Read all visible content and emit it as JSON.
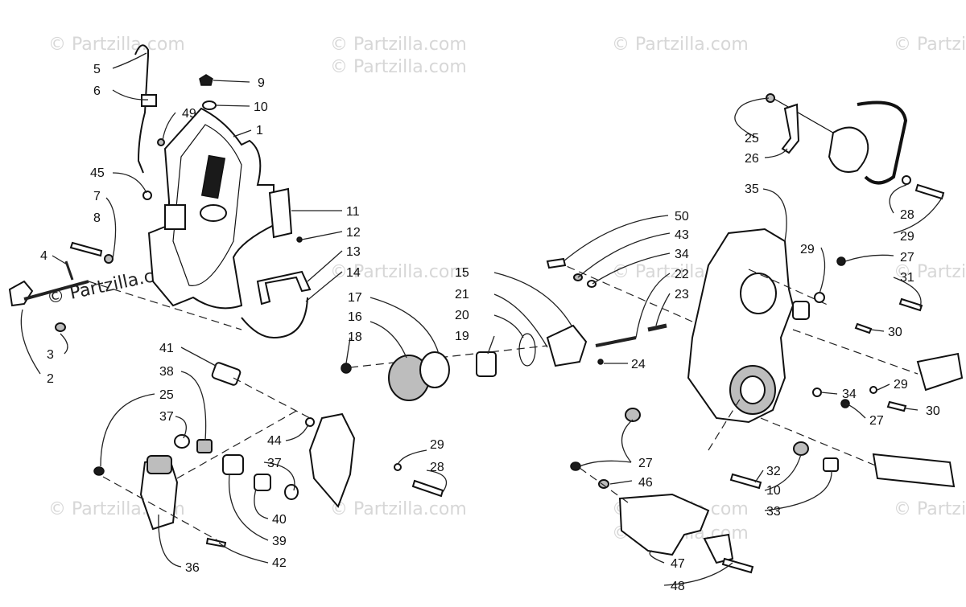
{
  "watermarks": [
    "© Partzilla.com",
    "© Partzilla.com",
    "© Partzilla.com",
    "© Partzilla.com",
    "© Partzilla.com",
    "© Partzilla.com",
    "© Partzilla.com",
    "© Partzilla.com",
    "© Partzilla.com",
    "© Partzilla.com",
    "© Partzilla.com",
    "© Partzilla.com",
    "© Partzilla.com",
    "© Partzilla.com"
  ],
  "callouts": {
    "n5": "5",
    "n6": "6",
    "n9": "9",
    "n10a": "10",
    "n49": "49",
    "n1": "1",
    "n45": "45",
    "n7": "7",
    "n8": "8",
    "n11": "11",
    "n12": "12",
    "n13": "13",
    "n14": "14",
    "n4": "4",
    "n3": "3",
    "n2": "2",
    "n15": "15",
    "n17": "17",
    "n16": "16",
    "n18": "18",
    "n21": "21",
    "n20": "20",
    "n19": "19",
    "n50": "50",
    "n43": "43",
    "n34a": "34",
    "n22": "22",
    "n23": "23",
    "n24": "24",
    "n41": "41",
    "n38": "38",
    "n25a": "25",
    "n37a": "37",
    "n44": "44",
    "n37b": "37",
    "n40": "40",
    "n39": "39",
    "n42": "42",
    "n36": "36",
    "n29a": "29",
    "n28a": "28",
    "n25b": "25",
    "n26": "26",
    "n35": "35",
    "n28b": "28",
    "n29b": "29",
    "n29c": "29",
    "n27a": "27",
    "n31": "31",
    "n30a": "30",
    "n29d": "29",
    "n34b": "34",
    "n30b": "30",
    "n27b": "27",
    "n27c": "27",
    "n46": "46",
    "n32": "32",
    "n10b": "10",
    "n33": "33",
    "n47": "47",
    "n48": "48"
  }
}
